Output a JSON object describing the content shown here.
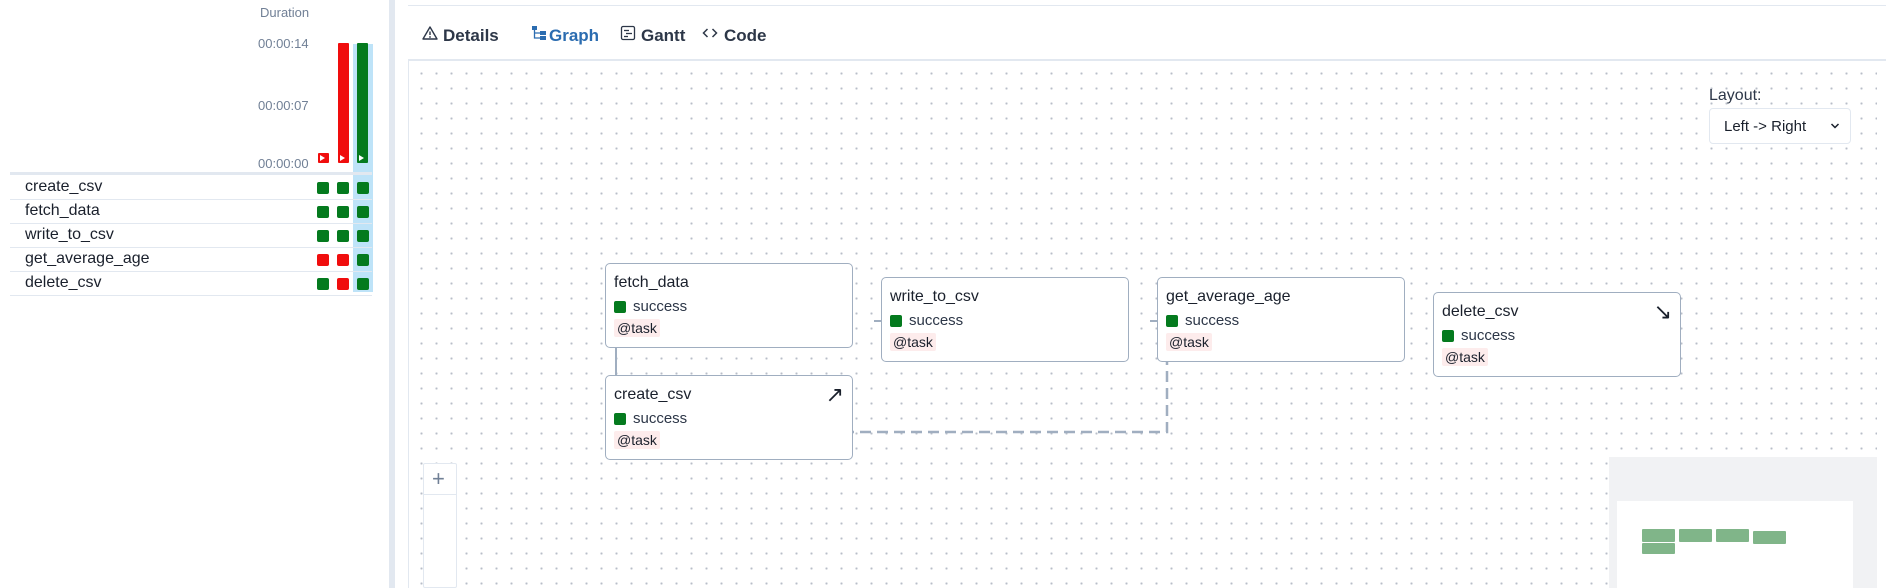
{
  "grid": {
    "duration_header": "Duration",
    "tick_labels": [
      "00:00:14",
      "00:00:07",
      "00:00:00"
    ],
    "runs": [
      {
        "state": "failed",
        "duration_fraction": 0.08
      },
      {
        "state": "failed",
        "duration_fraction": 1.0
      },
      {
        "state": "success",
        "duration_fraction": 1.0
      }
    ],
    "tasks": [
      {
        "name": "create_csv",
        "states": [
          "success",
          "success",
          "success"
        ]
      },
      {
        "name": "fetch_data",
        "states": [
          "success",
          "success",
          "success"
        ]
      },
      {
        "name": "write_to_csv",
        "states": [
          "success",
          "success",
          "success"
        ]
      },
      {
        "name": "get_average_age",
        "states": [
          "failed",
          "failed",
          "success"
        ]
      },
      {
        "name": "delete_csv",
        "states": [
          "success",
          "failed",
          "success"
        ]
      }
    ]
  },
  "tabs": [
    {
      "label": "Details",
      "icon": "warning-icon",
      "active": false
    },
    {
      "label": "Graph",
      "icon": "graph-icon",
      "active": true
    },
    {
      "label": "Gantt",
      "icon": "gantt-icon",
      "active": false
    },
    {
      "label": "Code",
      "icon": "code-icon",
      "active": false
    }
  ],
  "graph": {
    "layout_label": "Layout:",
    "layout_value": "Left -> Right",
    "nodes": [
      {
        "id": "fetch_data",
        "label": "fetch_data",
        "state": "success",
        "operator": "@task",
        "arrow": ""
      },
      {
        "id": "create_csv",
        "label": "create_csv",
        "state": "success",
        "operator": "@task",
        "arrow": "↗"
      },
      {
        "id": "write_to_csv",
        "label": "write_to_csv",
        "state": "success",
        "operator": "@task",
        "arrow": ""
      },
      {
        "id": "get_average_age",
        "label": "get_average_age",
        "state": "success",
        "operator": "@task",
        "arrow": ""
      },
      {
        "id": "delete_csv",
        "label": "delete_csv",
        "state": "success",
        "operator": "@task",
        "arrow": "↘"
      }
    ],
    "zoom_in_label": "+"
  },
  "colors": {
    "success": "#047a1e",
    "failed": "#f00d0d",
    "accent": "#2b6cb0",
    "selected_column": "#bee3f8"
  }
}
